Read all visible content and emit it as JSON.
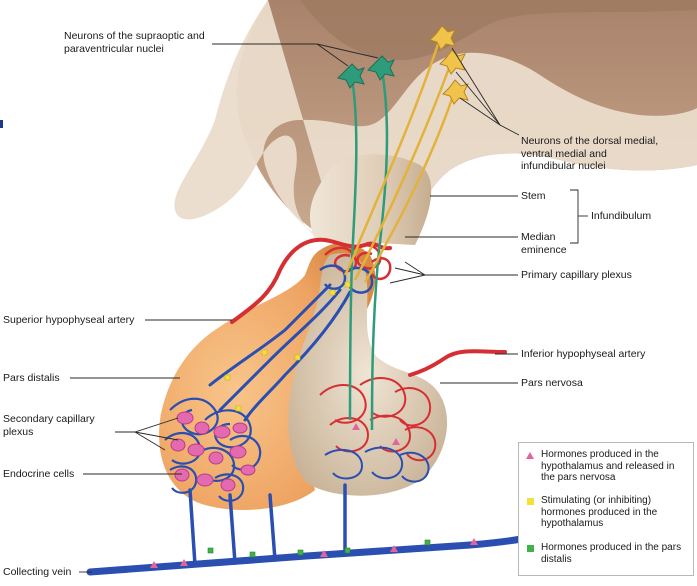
{
  "labels": {
    "supraoptic": "Neurons of the supraoptic and paraventricular nuclei",
    "dorsal": "Neurons of the dorsal medial, ventral medial and infundibular nuclei",
    "stem": "Stem",
    "median_eminence": "Median eminence",
    "infundibulum": "Infundibulum",
    "primary_plexus": "Primary capillary plexus",
    "superior_artery": "Superior hypophyseal artery",
    "inferior_artery": "Inferior hypophyseal artery",
    "pars_distalis": "Pars distalis",
    "pars_nervosa": "Pars nervosa",
    "secondary_plexus": "Secondary capillary plexus",
    "endocrine_cells": "Endocrine cells",
    "collecting_vein": "Collecting vein"
  },
  "legend": {
    "items": [
      {
        "symbol": "pink-triangle-icon",
        "color": "#e4639b",
        "text": "Hormones produced in the hypothalamus and released in the pars nervosa"
      },
      {
        "symbol": "yellow-square-icon",
        "color": "#f3e13a",
        "text": "Stimulating (or inhibiting) hormones produced in the hypothalamus"
      },
      {
        "symbol": "green-square-icon",
        "color": "#3fb34a",
        "text": "Hormones produced in the pars distalis"
      }
    ]
  },
  "colors": {
    "brain_tissue": "#b9967a",
    "brain_light": "#e6d7c5",
    "pars_distalis": "#f0b273",
    "pars_nervosa": "#d6c7b1",
    "vein": "#2b4fb0",
    "artery": "#d62f33",
    "neuron_green": "#2e9b7a",
    "neuron_gold": "#e3b23a",
    "endocrine": "#e46ab0"
  }
}
